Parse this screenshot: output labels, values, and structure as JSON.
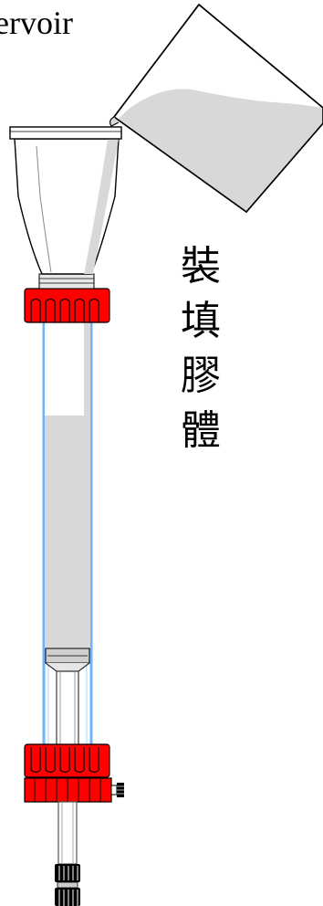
{
  "labels": {
    "reservoir_partial": "ervoir",
    "packing_gel_chars": [
      "裝",
      "填",
      "膠",
      "體"
    ]
  },
  "colors": {
    "cap_red": "#ff0000",
    "column_blue": "#6fb4ff",
    "gel_gray": "#d8d8d8",
    "outline": "#000000"
  },
  "icons": [
    "funnel",
    "beaker",
    "column-tube",
    "screw-cap",
    "stopcock-valve",
    "luer-fitting"
  ]
}
